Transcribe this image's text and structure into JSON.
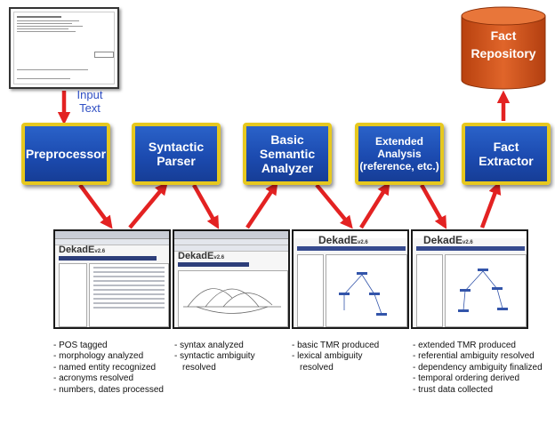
{
  "input": {
    "label": "Input\nText",
    "doc_icon": "text-document-thumbnail"
  },
  "stages": [
    {
      "label": "Preprocessor"
    },
    {
      "label": "Syntactic\nParser"
    },
    {
      "label": "Basic\nSemantic\nAnalyzer"
    },
    {
      "label": "Extended\nAnalysis\n(reference, etc.)"
    },
    {
      "label": "Fact\nExtractor"
    }
  ],
  "repository": {
    "label": "Fact\nRepository",
    "icon": "database-cylinder-icon"
  },
  "screenshots": [
    {
      "logo": "DekadE",
      "icon": "dekade-screen-thumbnail"
    },
    {
      "logo": "DekadE",
      "icon": "dekade-parse-thumbnail"
    },
    {
      "logo": "DekadE",
      "icon": "dekade-tmr-thumbnail"
    },
    {
      "logo": "DekadE",
      "icon": "dekade-extended-tmr-thumbnail"
    }
  ],
  "notes": [
    [
      "POS tagged",
      "morphology analyzed",
      "named entity recognized",
      "acronyms resolved",
      "numbers, dates processed"
    ],
    [
      "syntax analyzed",
      "syntactic ambiguity resolved"
    ],
    [
      "basic TMR produced",
      "lexical ambiguity resolved"
    ],
    [
      "extended TMR produced",
      "referential ambiguity resolved",
      "dependency ambiguity finalized",
      "temporal ordering derived",
      "trust data collected"
    ]
  ],
  "colors": {
    "stage_fill": "#1c4bb0",
    "stage_border": "#e6c81f",
    "arrow": "#e32222",
    "repository": "#d4551c",
    "input_label": "#2f4fc4"
  }
}
